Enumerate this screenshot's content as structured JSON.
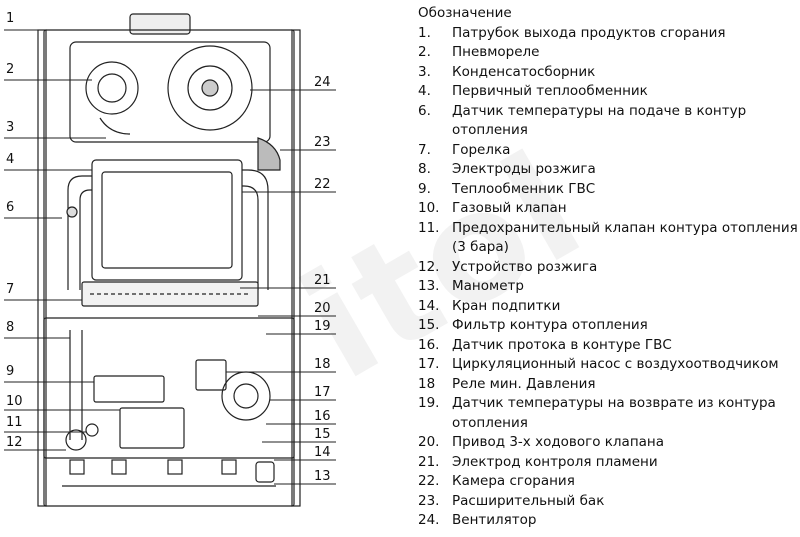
{
  "legend": {
    "title": "Обозначение",
    "items": [
      {
        "num": "1.",
        "text": "Патрубок выхода продуктов сгорания"
      },
      {
        "num": "2.",
        "text": "Пневмореле"
      },
      {
        "num": "3.",
        "text": "Конденсатосборник"
      },
      {
        "num": "4.",
        "text": "Первичный теплообменник"
      },
      {
        "num": "6.",
        "text": "Датчик температуры на подаче в контур отопления"
      },
      {
        "num": "7.",
        "text": "Горелка"
      },
      {
        "num": "8.",
        "text": "Электроды розжига"
      },
      {
        "num": "9.",
        "text": "Теплообменник ГВС"
      },
      {
        "num": "10.",
        "text": "Газовый клапан"
      },
      {
        "num": "11.",
        "text": "Предохранительный клапан контура отопления (3 бара)"
      },
      {
        "num": "12.",
        "text": "Устройство розжига"
      },
      {
        "num": "13.",
        "text": "Манометр"
      },
      {
        "num": "14.",
        "text": "Кран подпитки"
      },
      {
        "num": "15.",
        "text": "Фильтр контура отопления"
      },
      {
        "num": "16.",
        "text": "Датчик протока в контуре  ГВС"
      },
      {
        "num": "17.",
        "text": "Циркуляционный насос с воздухоотводчиком"
      },
      {
        "num": "18",
        "text": "Реле мин. Давления"
      },
      {
        "num": "19.",
        "text": "Датчик температуры на возврате из контура отопления"
      },
      {
        "num": "20.",
        "text": "Привод 3-х ходового клапана"
      },
      {
        "num": "21.",
        "text": "Электрод контроля пламени"
      },
      {
        "num": "22.",
        "text": "Камера сгорания"
      },
      {
        "num": "23.",
        "text": "Расширительный бак"
      },
      {
        "num": "24.",
        "text": "Вентилятор"
      }
    ]
  },
  "callouts": {
    "left": [
      "1",
      "2",
      "3",
      "4",
      "6",
      "7",
      "8",
      "9",
      "10",
      "11",
      "12"
    ],
    "right": [
      "24",
      "23",
      "22",
      "21",
      "20",
      "19",
      "18",
      "17",
      "16",
      "15",
      "14",
      "13"
    ]
  }
}
